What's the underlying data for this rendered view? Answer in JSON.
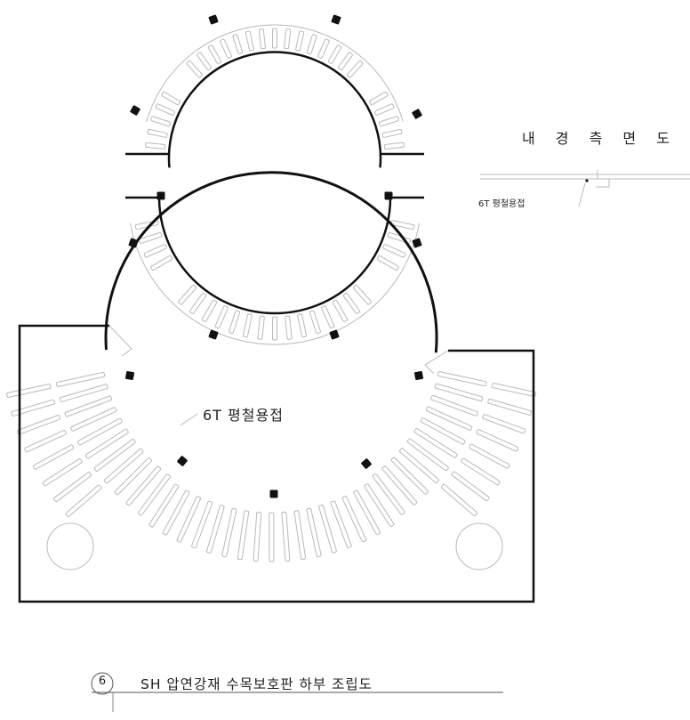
{
  "labels": {
    "side_view_title": "내 경 측 면 도",
    "side_view_weld": "6T 평철용접",
    "plate_weld": "6T 평철용접"
  },
  "caption": {
    "number": "6",
    "title": "SH 압연강재 수목보호판 하부 조립도"
  },
  "colors": {
    "outline": "#111111",
    "pattern": "#b9b9b9",
    "background": "#ffffff"
  }
}
